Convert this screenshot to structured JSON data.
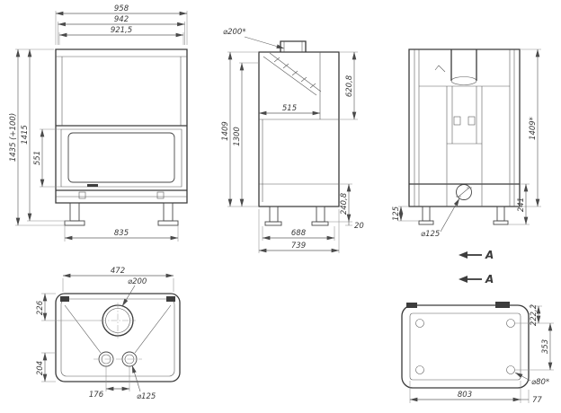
{
  "views": {
    "front": {
      "dim_width_outer": "958",
      "dim_width_mid": "942",
      "dim_width_inner": "921,5",
      "dim_height_total": "1435 (+100)",
      "dim_height_body": "1415",
      "dim_glass_height": "551",
      "dim_base_width": "835"
    },
    "side": {
      "dim_flue_diameter": "⌀200*",
      "dim_hood_height": "620,8",
      "dim_top_depth": "515",
      "dim_height_total": "1409",
      "dim_height_body": "1300",
      "dim_base_height": "240,8",
      "dim_foot_gap": "20",
      "dim_depth_body": "688",
      "dim_depth_total": "739"
    },
    "rear": {
      "dim_height_total": "1409*",
      "dim_base_height": "241",
      "dim_offset": "125",
      "dim_intake_diameter": "⌀125",
      "section_label": "A"
    },
    "top": {
      "dim_inner_width": "472",
      "dim_flue_diameter": "⌀200",
      "dim_front_depth": "226",
      "dim_rear_depth": "204",
      "dim_spigot_spacing": "176",
      "dim_spigot_diameter": "⌀125"
    },
    "bottom": {
      "dim_top_offset": "222,2",
      "dim_hole_spacing": "353",
      "dim_hole_diameter": "⌀80*",
      "dim_inner_width": "803",
      "dim_edge_offset": "77"
    }
  }
}
